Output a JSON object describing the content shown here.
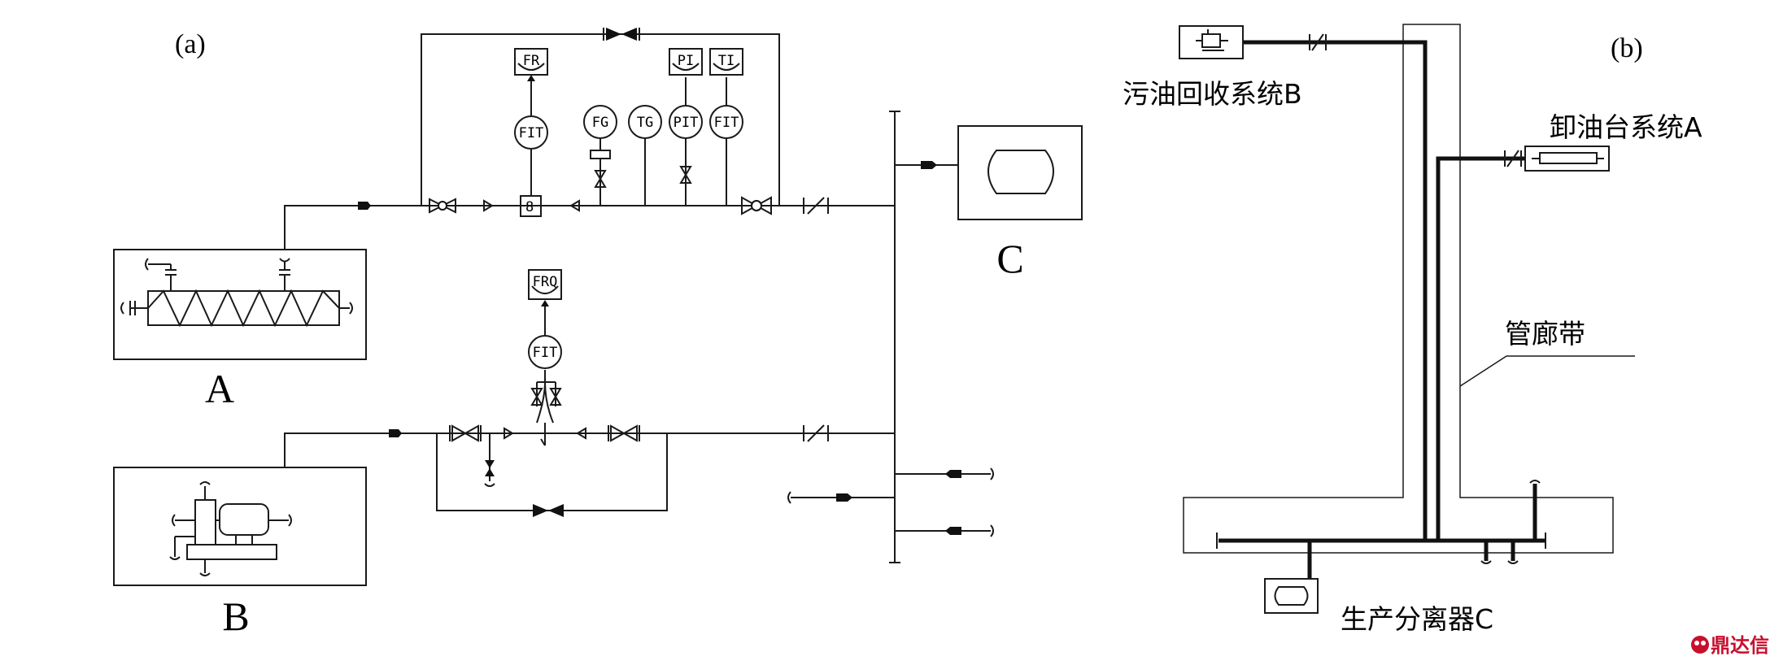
{
  "panel_a": {
    "label": "(a)",
    "unit_a": "A",
    "unit_b": "B",
    "unit_c": "C",
    "instruments": {
      "fit_upper": "FIT",
      "fg": "FG",
      "tg": "TG",
      "pit": "PIT",
      "fit_right": "FIT",
      "fit_lower": "FIT",
      "fr": "FR",
      "pi": "PI",
      "ti": "TI",
      "frq": "FRQ"
    }
  },
  "panel_b": {
    "label": "(b)",
    "label_b_system": "污油回收系统B",
    "label_a_system": "卸油台系统A",
    "label_corridor": "管廊带",
    "label_c_separator": "生产分离器C"
  },
  "watermark": {
    "text": "鼎达信",
    "color": "#c8102e"
  }
}
